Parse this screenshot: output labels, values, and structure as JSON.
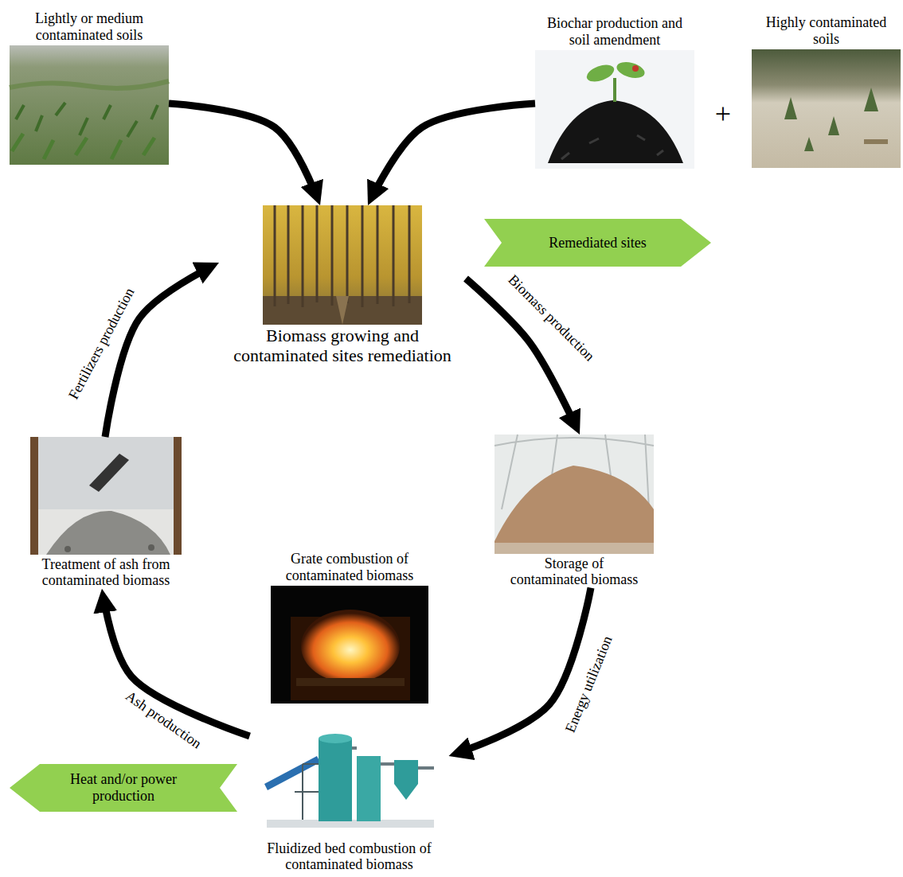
{
  "diagram": {
    "nodes": [
      {
        "text": [
          "Lightly or medium contaminated soils"
        ]
      },
      {
        "text": [
          "Biochar production and soil amendment"
        ]
      },
      {
        "text": [
          "Highly contaminated soils"
        ]
      },
      {
        "text": [
          "Biomass growing and contaminated sites remediation"
        ]
      },
      {
        "text": [
          "Remediated sites"
        ]
      },
      {
        "text": [
          "Storage of contaminated biomass"
        ]
      },
      {
        "text": [
          "Treatment of ash from contaminated biomass"
        ]
      },
      {
        "text": [
          "Grate combustion of contaminated biomass"
        ]
      },
      {
        "text": [
          "Heat and/or power production"
        ]
      },
      {
        "text": [
          "Fluidized bed combustion of contaminated biomass"
        ]
      }
    ],
    "edges": [
      {
        "from": 0,
        "to": 3,
        "arrow": "to"
      },
      {
        "from": 1,
        "to": 3,
        "arrow": "to"
      },
      {
        "from": 3,
        "to": 5,
        "label": "Biomass production",
        "arrow": "to"
      },
      {
        "from": 5,
        "to": 9,
        "label": "Energy utilization",
        "arrow": "to"
      },
      {
        "from": 9,
        "to": 6,
        "label": "Ash production",
        "arrow": "to"
      },
      {
        "from": 6,
        "to": 3,
        "label": "Fertilizers production",
        "arrow": "to"
      }
    ],
    "labels": [
      "+"
    ]
  }
}
